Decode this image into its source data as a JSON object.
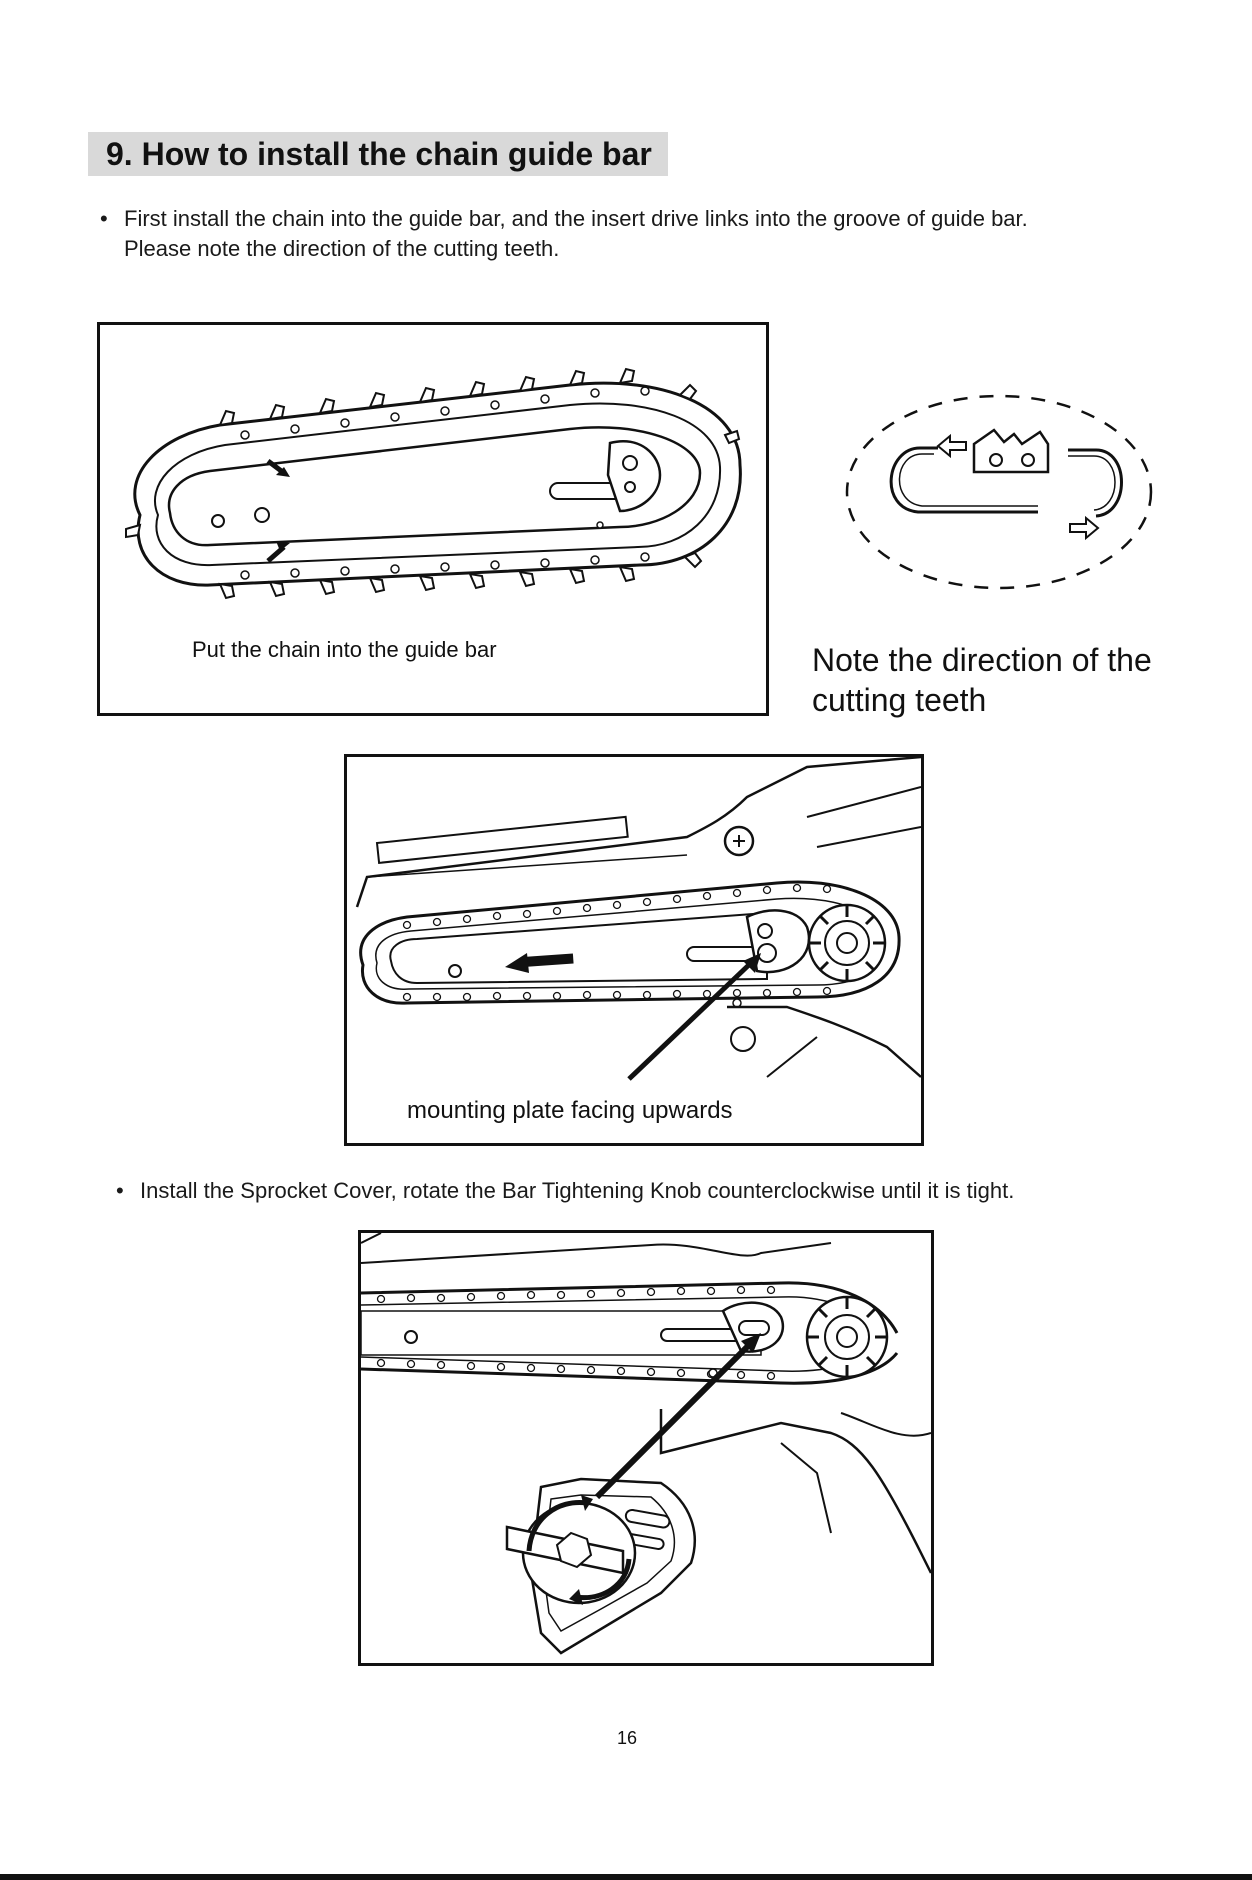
{
  "section": {
    "title": "9. How to install the chain guide bar"
  },
  "bullets": [
    {
      "line1": "First install the chain into the guide bar, and the insert drive links into the groove of guide bar.",
      "line2": "Please note the direction of the cutting teeth."
    },
    {
      "line1": "Install the Sprocket Cover, rotate the Bar Tightening Knob counterclockwise until it is tight."
    }
  ],
  "figure1": {
    "caption": "Put the chain into the guide bar"
  },
  "note": {
    "line1": "Note the direction of the",
    "line2": "cutting teeth"
  },
  "figure2": {
    "caption": "mounting plate facing upwards"
  },
  "page": {
    "number": "16"
  },
  "icons": [
    "bullet-dot",
    "arrow-icon",
    "chain-tooth-icon"
  ]
}
